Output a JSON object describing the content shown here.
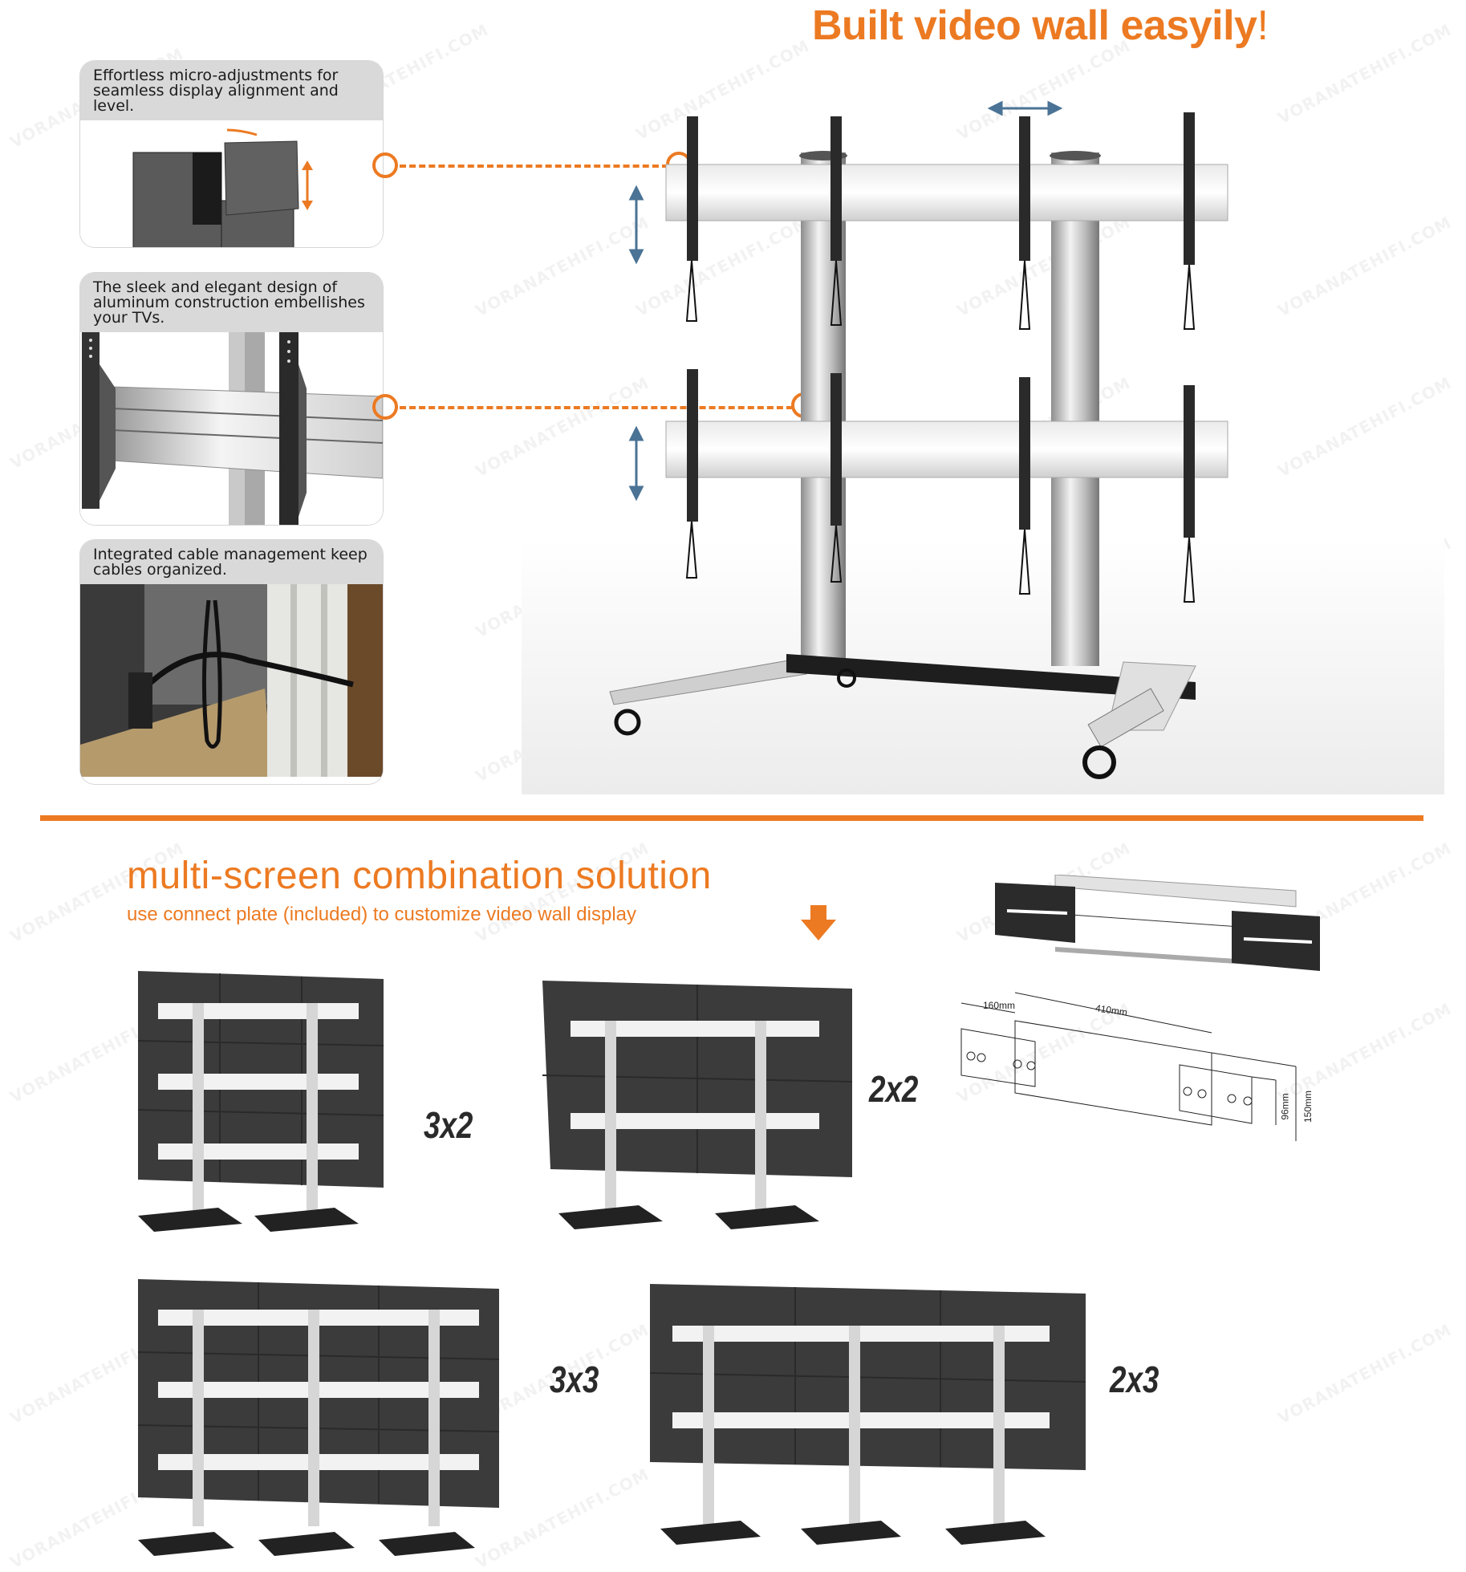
{
  "header": {
    "title": "Built video wall easyily",
    "title_suffix": "!"
  },
  "features": [
    {
      "caption": "Effortless micro-adjustments for seamless display alignment and level.",
      "image": "micro-adjustment-illustration"
    },
    {
      "caption": "The sleek and elegant design of aluminum construction embellishes your TVs.",
      "image": "aluminum-rail-closeup"
    },
    {
      "caption": "Integrated cable management keep cables organized.",
      "image": "cable-management-photo"
    }
  ],
  "hero": {
    "image": "2x4-video-wall-cart-stand"
  },
  "section2": {
    "title": "multi-screen combination solution",
    "subtitle": "use connect plate (included) to customize video wall display",
    "arrow_icon": "arrow-down-icon"
  },
  "connect_plate": {
    "dimensions": {
      "offset": "160mm",
      "length": "410mm",
      "inner_height": "96mm",
      "outer_height": "150mm"
    }
  },
  "configurations": [
    {
      "label": "3x2"
    },
    {
      "label": "2x2"
    },
    {
      "label": "3x3"
    },
    {
      "label": "2x3"
    }
  ],
  "watermark": "VORANATEHIFI.COM",
  "colors": {
    "accent": "#ec7a22",
    "arrow_blue": "#4a7395",
    "caption_bg": "#d9d9da"
  }
}
